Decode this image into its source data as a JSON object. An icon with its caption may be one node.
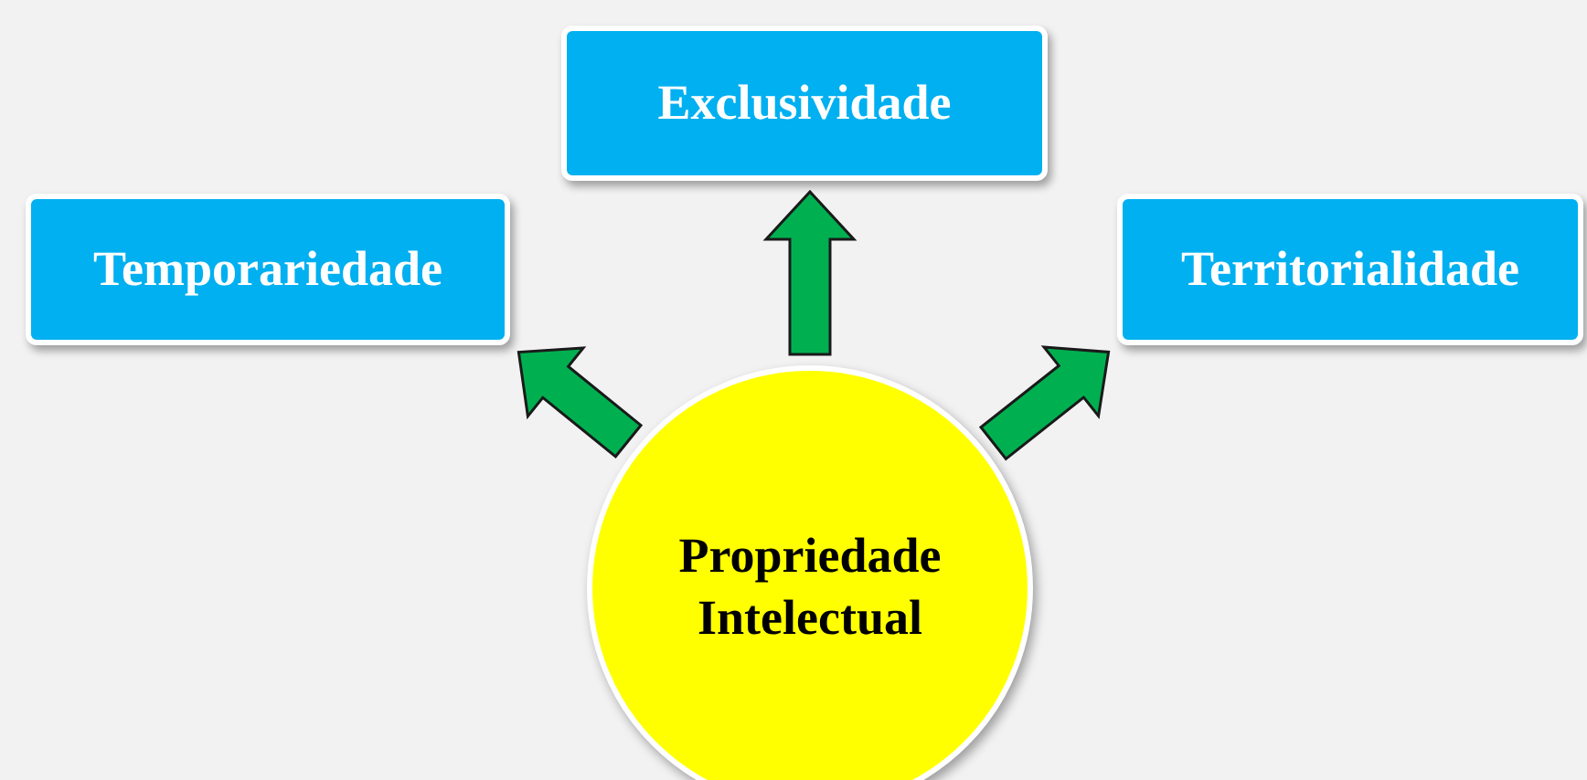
{
  "diagram": {
    "nodes": [
      {
        "text": [
          "Exclusividade"
        ]
      },
      {
        "text": [
          "Temporariedade"
        ]
      },
      {
        "text": [
          "Territorialidade"
        ]
      },
      {
        "text": [
          "Propriedade Intelectual"
        ]
      }
    ],
    "edges": [
      {
        "from": 3,
        "to": 1,
        "arrow": "to"
      },
      {
        "from": 3,
        "to": 0,
        "arrow": "to"
      },
      {
        "from": 3,
        "to": 2,
        "arrow": "to"
      }
    ]
  }
}
